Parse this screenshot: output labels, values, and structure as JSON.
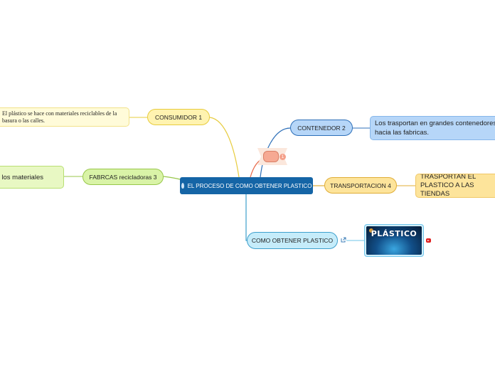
{
  "central": {
    "label": "EL PROCESO DE COMO OBTENER PLASTICO",
    "icon": "water-drop-icon"
  },
  "branches": {
    "consumidor": {
      "label": "CONSUMIDOR 1",
      "note": "El plástico se hace con  materiales reciclables de la basura o las calles."
    },
    "fabricas": {
      "label": "FABRCAS recicladoras 3",
      "note": "ran los materiales"
    },
    "contenedor": {
      "label": "CONTENEDOR 2",
      "note": "Los trasportan en grandes contenedores hacia las fabricas."
    },
    "transportacion": {
      "label": "TRANSPORTACION 4",
      "note": "TRASPORTAN EL PLASTICO A LAS TIENDAS"
    },
    "obtener": {
      "label": "COMO OBTENER PLASTICO",
      "link_icon": "external-link-icon",
      "image_title": "PLÁSTICO",
      "video_icon": "youtube-icon"
    }
  },
  "floating_topic": {
    "badge": "1"
  },
  "colors": {
    "central": "#1565a6",
    "consumidor": "#e7cc3e",
    "fabricas": "#98c74b",
    "contenedor": "#2d6fb8",
    "transportacion": "#e0ad36",
    "obtener": "#3e9fcc",
    "floating": "#f6a993"
  }
}
